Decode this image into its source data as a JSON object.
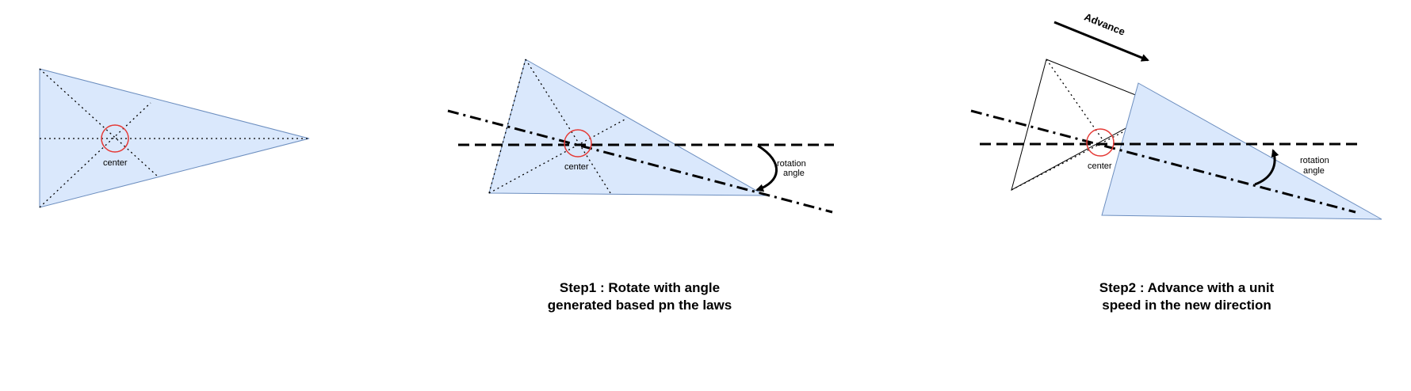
{
  "colors": {
    "fill": "#dae8fc",
    "stroke": "#6c8ebf",
    "center_marker": "#e53935",
    "line": "#000000"
  },
  "panel1": {
    "center_label": "center"
  },
  "panel2": {
    "center_label": "center",
    "rotation_label_line1": "rotation",
    "rotation_label_line2": "angle",
    "caption_line1": "Step1 : Rotate with angle",
    "caption_line2": "generated based pn the laws"
  },
  "panel3": {
    "center_label": "center",
    "rotation_label_line1": "rotation",
    "rotation_label_line2": "angle",
    "advance_label": "Advance",
    "caption_line1": "Step2 : Advance with a unit",
    "caption_line2": "speed in the new direction"
  }
}
